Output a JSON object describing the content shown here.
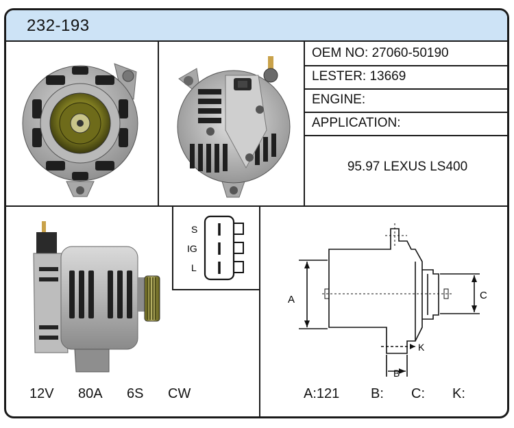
{
  "part_number": "232-193",
  "info": {
    "oem": "OEM NO:  27060-50190",
    "lester": "LESTER:  13669",
    "engine": "ENGINE:",
    "application_label": "APPLICATION:",
    "application_value": "95.97 LEXUS LS400"
  },
  "connector": {
    "pins": [
      "S",
      "IG",
      "L"
    ]
  },
  "specs": {
    "voltage": "12V",
    "amperage": "80A",
    "pulley": "6S",
    "rotation": "CW"
  },
  "dimension_labels": {
    "a": "A",
    "b": "B",
    "c": "C",
    "k": "K"
  },
  "dimension_values": {
    "a": "A:121",
    "b": "B:",
    "c": "C:",
    "k": "K:"
  },
  "colors": {
    "header_bg": "#cde3f6",
    "border": "#1a1a1a"
  }
}
